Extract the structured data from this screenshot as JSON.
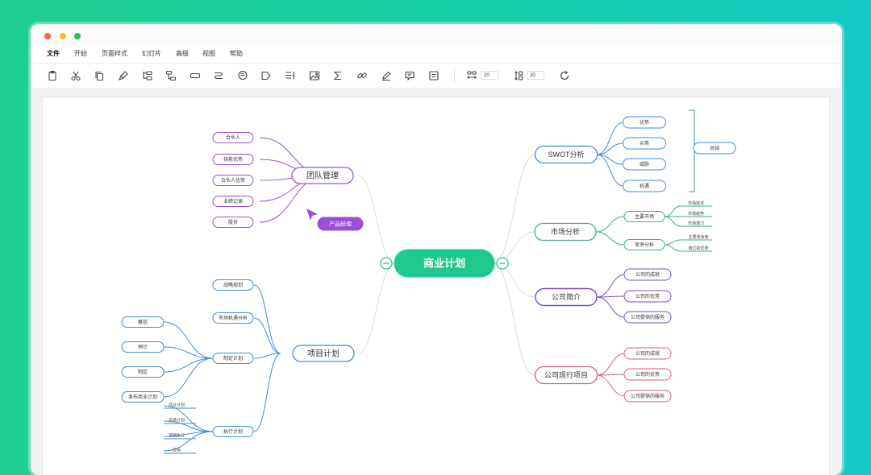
{
  "window": {
    "menu": [
      "文件",
      "开始",
      "页面样式",
      "幻灯片",
      "高级",
      "视图",
      "帮助"
    ],
    "active_menu": "文件"
  },
  "toolbar": {
    "tools": [
      {
        "name": "clipboard-icon"
      },
      {
        "name": "scissors-icon"
      },
      {
        "name": "copy-icon"
      },
      {
        "name": "format-brush-icon"
      },
      {
        "name": "add-child-topic-icon"
      },
      {
        "name": "add-sibling-topic-icon"
      },
      {
        "name": "shape-icon"
      },
      {
        "name": "connector-icon"
      },
      {
        "name": "comment-icon"
      },
      {
        "name": "tag-icon"
      },
      {
        "name": "outline-icon"
      },
      {
        "name": "image-icon"
      },
      {
        "name": "formula-icon"
      },
      {
        "name": "link-icon"
      },
      {
        "name": "pen-icon"
      },
      {
        "name": "note-icon"
      },
      {
        "name": "outline-panel-icon"
      }
    ],
    "horizontal_spacing": "20",
    "vertical_spacing": "20"
  },
  "mindmap": {
    "root": "商业计划",
    "floating_label": "产品经理",
    "colors": {
      "root": "#1fc98c",
      "purple": "#9b4fd6",
      "blue": "#3f8bd6",
      "green": "#3fae82",
      "violet": "#7a4cc4",
      "red": "#dd5d72"
    },
    "team": {
      "label": "团队管理",
      "items": [
        "合伙人",
        "技能优势",
        "合伙人优势",
        "业绩记录",
        "股份"
      ]
    },
    "project": {
      "label": "项目计划",
      "items": [
        "战略规划",
        "市场机遇分析",
        "制定计划",
        "执行计划"
      ],
      "plan_items": [
        "概括",
        "预计",
        "制定",
        "发布商业计划"
      ],
      "exec_items": [
        "商业计划",
        "市场计划",
        "营销执行",
        "目标"
      ]
    },
    "swot": {
      "label": "SWOT分析",
      "items": [
        "优势",
        "劣势",
        "威胁",
        "机遇"
      ],
      "summary": "总结"
    },
    "market": {
      "label": "市场分析",
      "items": [
        "主要市场",
        "竞争分析"
      ],
      "market_sub": [
        "市场需求",
        "市场趋势",
        "市场潜力"
      ],
      "comp_sub": [
        "主要竞争者",
        "我们的优势"
      ]
    },
    "company": {
      "label": "公司简介",
      "items": [
        "公司的成就",
        "公司的优势",
        "公司提供的服务"
      ]
    },
    "projects": {
      "label": "公司现行项目",
      "items": [
        "公司的成就",
        "公司的优势",
        "公司提供的服务"
      ]
    }
  }
}
